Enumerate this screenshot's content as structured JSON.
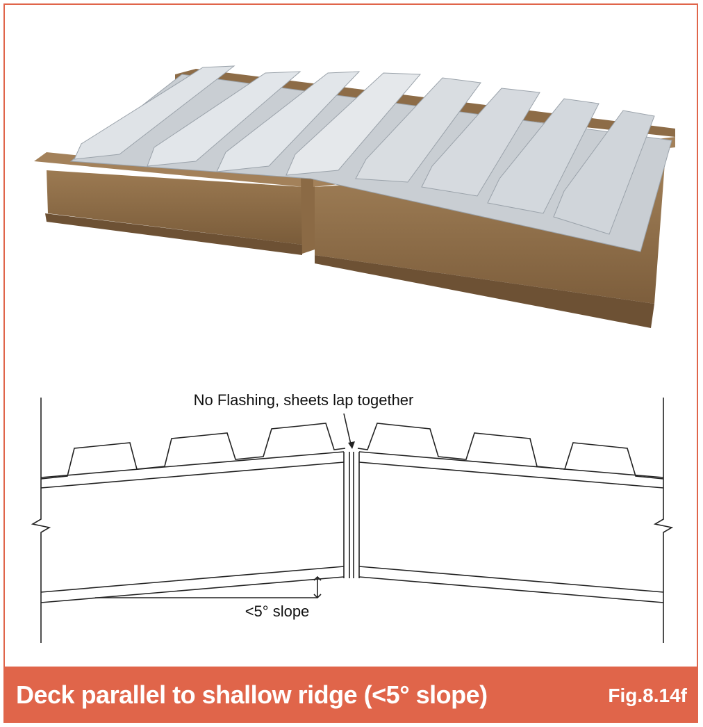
{
  "diagram": {
    "annotation_flashing": "No Flashing, sheets lap together",
    "annotation_slope": "<5° slope"
  },
  "caption": {
    "title": "Deck parallel to shallow ridge (<5° slope)",
    "figure_number": "Fig.8.14f"
  },
  "colors": {
    "frame": "#e0654a",
    "steel": "#8a6a45",
    "deck": "#c9ced3",
    "line": "#222222"
  }
}
